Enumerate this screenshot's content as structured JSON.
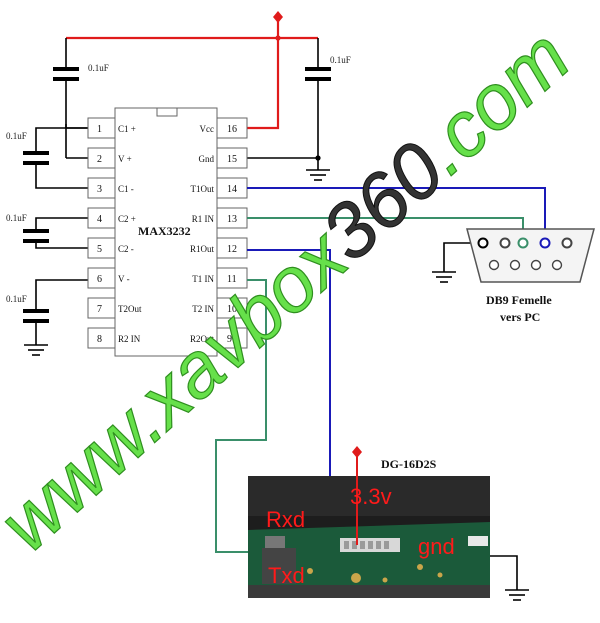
{
  "ic": {
    "name": "MAX3232",
    "pins_left": [
      {
        "num": "1",
        "label": "C1 +"
      },
      {
        "num": "2",
        "label": "V +"
      },
      {
        "num": "3",
        "label": "C1 -"
      },
      {
        "num": "4",
        "label": "C2 +"
      },
      {
        "num": "5",
        "label": "C2 -"
      },
      {
        "num": "6",
        "label": "V -"
      },
      {
        "num": "7",
        "label": "T2Out"
      },
      {
        "num": "8",
        "label": "R2 IN"
      }
    ],
    "pins_right": [
      {
        "num": "16",
        "label": "Vcc"
      },
      {
        "num": "15",
        "label": "Gnd"
      },
      {
        "num": "14",
        "label": "T1Out"
      },
      {
        "num": "13",
        "label": "R1 IN"
      },
      {
        "num": "12",
        "label": "R1Out"
      },
      {
        "num": "11",
        "label": "T1 IN"
      },
      {
        "num": "10",
        "label": "T2 IN"
      },
      {
        "num": "9",
        "label": "R2Out"
      }
    ]
  },
  "capacitors": {
    "c_top_left": "0.1uF",
    "c_top_right": "0.1uF",
    "c_c1": "0.1uF",
    "c_c2": "0.1uF",
    "c_vminus": "0.1uF"
  },
  "connector": {
    "line1": "DB9 Femelle",
    "line2": "vers PC"
  },
  "module": {
    "name": "DG-16D2S",
    "rxd": "Rxd",
    "txd": "Txd",
    "v33": "3.3v",
    "gnd": "gnd"
  },
  "watermark": {
    "part1": "www.xavbox",
    "part2": "360",
    "part3": ".com"
  },
  "colors": {
    "vcc_wire": "#e01b1b",
    "tx_wire": "#1a1ab8",
    "rx_wire": "#3a8f6a",
    "ground_wire": "#000000",
    "watermark": "#66e04a"
  }
}
